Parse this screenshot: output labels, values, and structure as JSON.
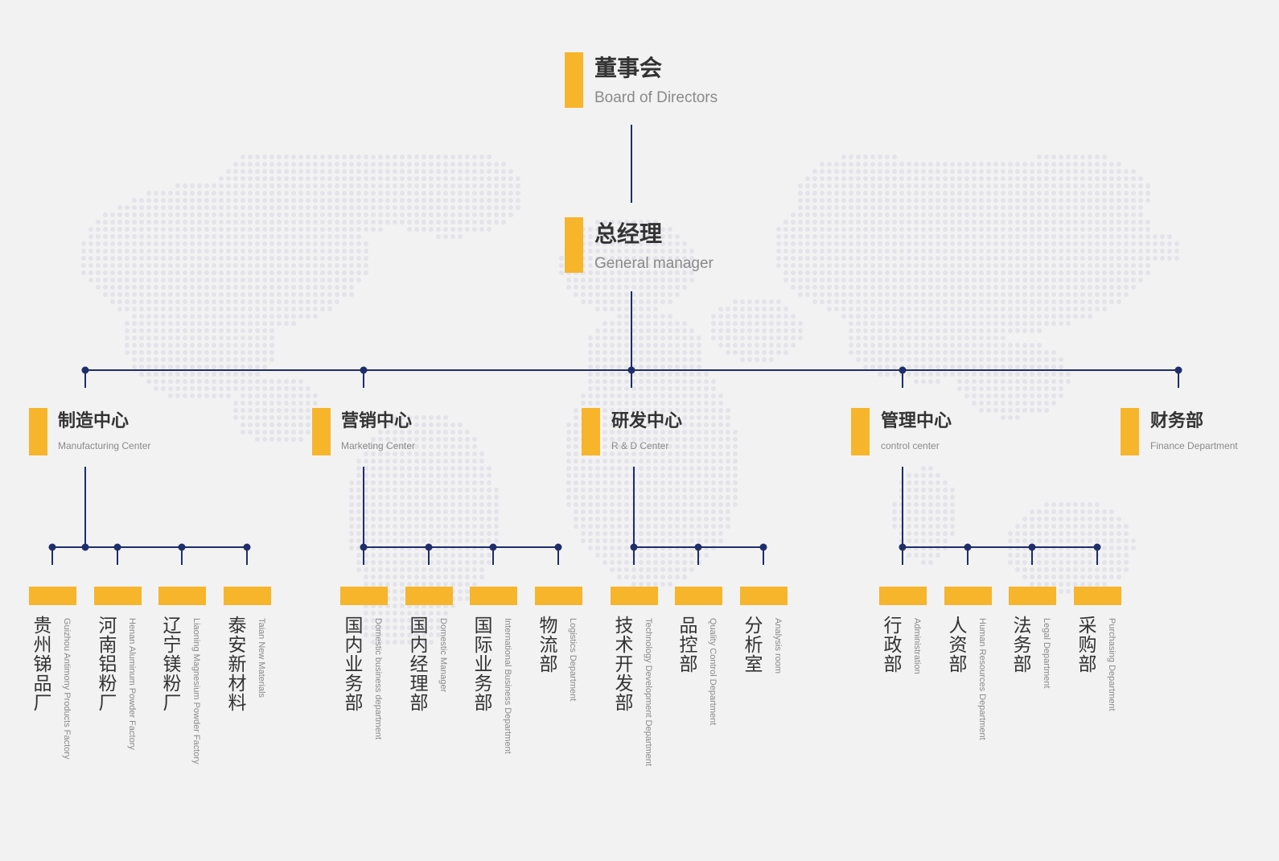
{
  "colors": {
    "accent": "#f7b52c",
    "line": "#1f2d6b",
    "map_dot": "#e3e3e9",
    "background": "#f2f2f2"
  },
  "board": {
    "zh": "董事会",
    "en": "Board of Directors"
  },
  "gm": {
    "zh": "总经理",
    "en": "General manager"
  },
  "centers": [
    {
      "zh": "制造中心",
      "en": "Manufacturing Center"
    },
    {
      "zh": "营销中心",
      "en": "Marketing Center"
    },
    {
      "zh": "研发中心",
      "en": "R & D Center"
    },
    {
      "zh": "管理中心",
      "en": "control center"
    },
    {
      "zh": "财务部",
      "en": "Finance Department"
    }
  ],
  "departments": {
    "manufacturing": [
      {
        "zh": "贵州锑品厂",
        "en": "Guizhou Antimony Products Factory"
      },
      {
        "zh": "河南铝粉厂",
        "en": "Henan Aluminum Powder Factory"
      },
      {
        "zh": "辽宁镁粉厂",
        "en": "Liaoning Magnesium Powder Factory"
      },
      {
        "zh": "泰安新材料",
        "en": "Taian New Materials"
      }
    ],
    "marketing": [
      {
        "zh": "国内业务部",
        "en": "Domestic business department"
      },
      {
        "zh": "国内经理部",
        "en": "Domestic Manager"
      },
      {
        "zh": "国际业务部",
        "en": "International Business Department"
      },
      {
        "zh": "物流部",
        "en": "Logistics Department"
      }
    ],
    "rnd": [
      {
        "zh": "技术开发部",
        "en": "Technology Development Department"
      },
      {
        "zh": "品控部",
        "en": "Quality Control Department"
      },
      {
        "zh": "分析室",
        "en": "Analysis room"
      }
    ],
    "management": [
      {
        "zh": "行政部",
        "en": "Administration"
      },
      {
        "zh": "人资部",
        "en": "Human Resources Department"
      },
      {
        "zh": "法务部",
        "en": "Legal Department"
      },
      {
        "zh": "采购部",
        "en": "Purchasing Department"
      }
    ]
  }
}
